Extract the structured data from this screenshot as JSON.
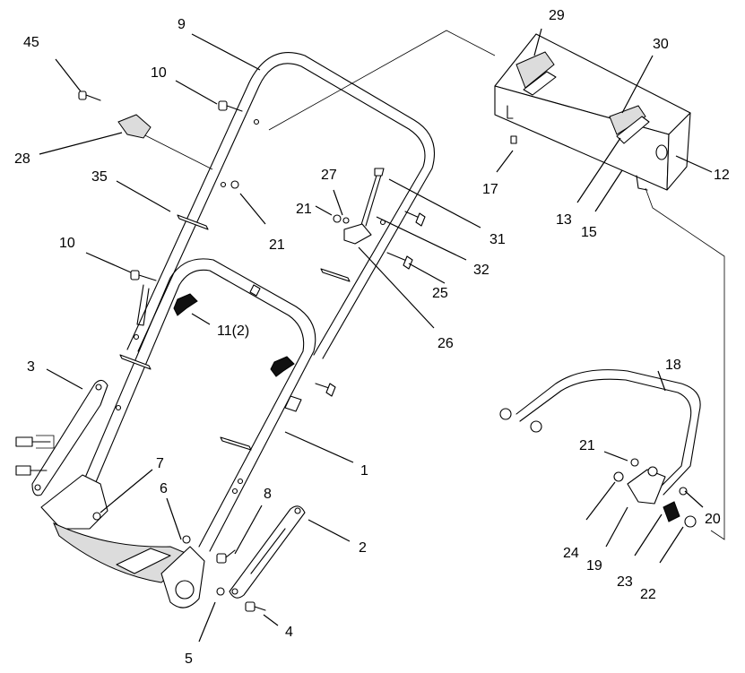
{
  "callouts": [
    "45",
    "9",
    "10",
    "28",
    "35",
    "10",
    "3",
    "7",
    "6",
    "5",
    "8",
    "4",
    "2",
    "1",
    "11(2)",
    "21",
    "27",
    "21",
    "26",
    "25",
    "32",
    "31",
    "17",
    "29",
    "30",
    "13",
    "15",
    "12",
    "18",
    "21",
    "24",
    "19",
    "23",
    "22",
    "20"
  ]
}
